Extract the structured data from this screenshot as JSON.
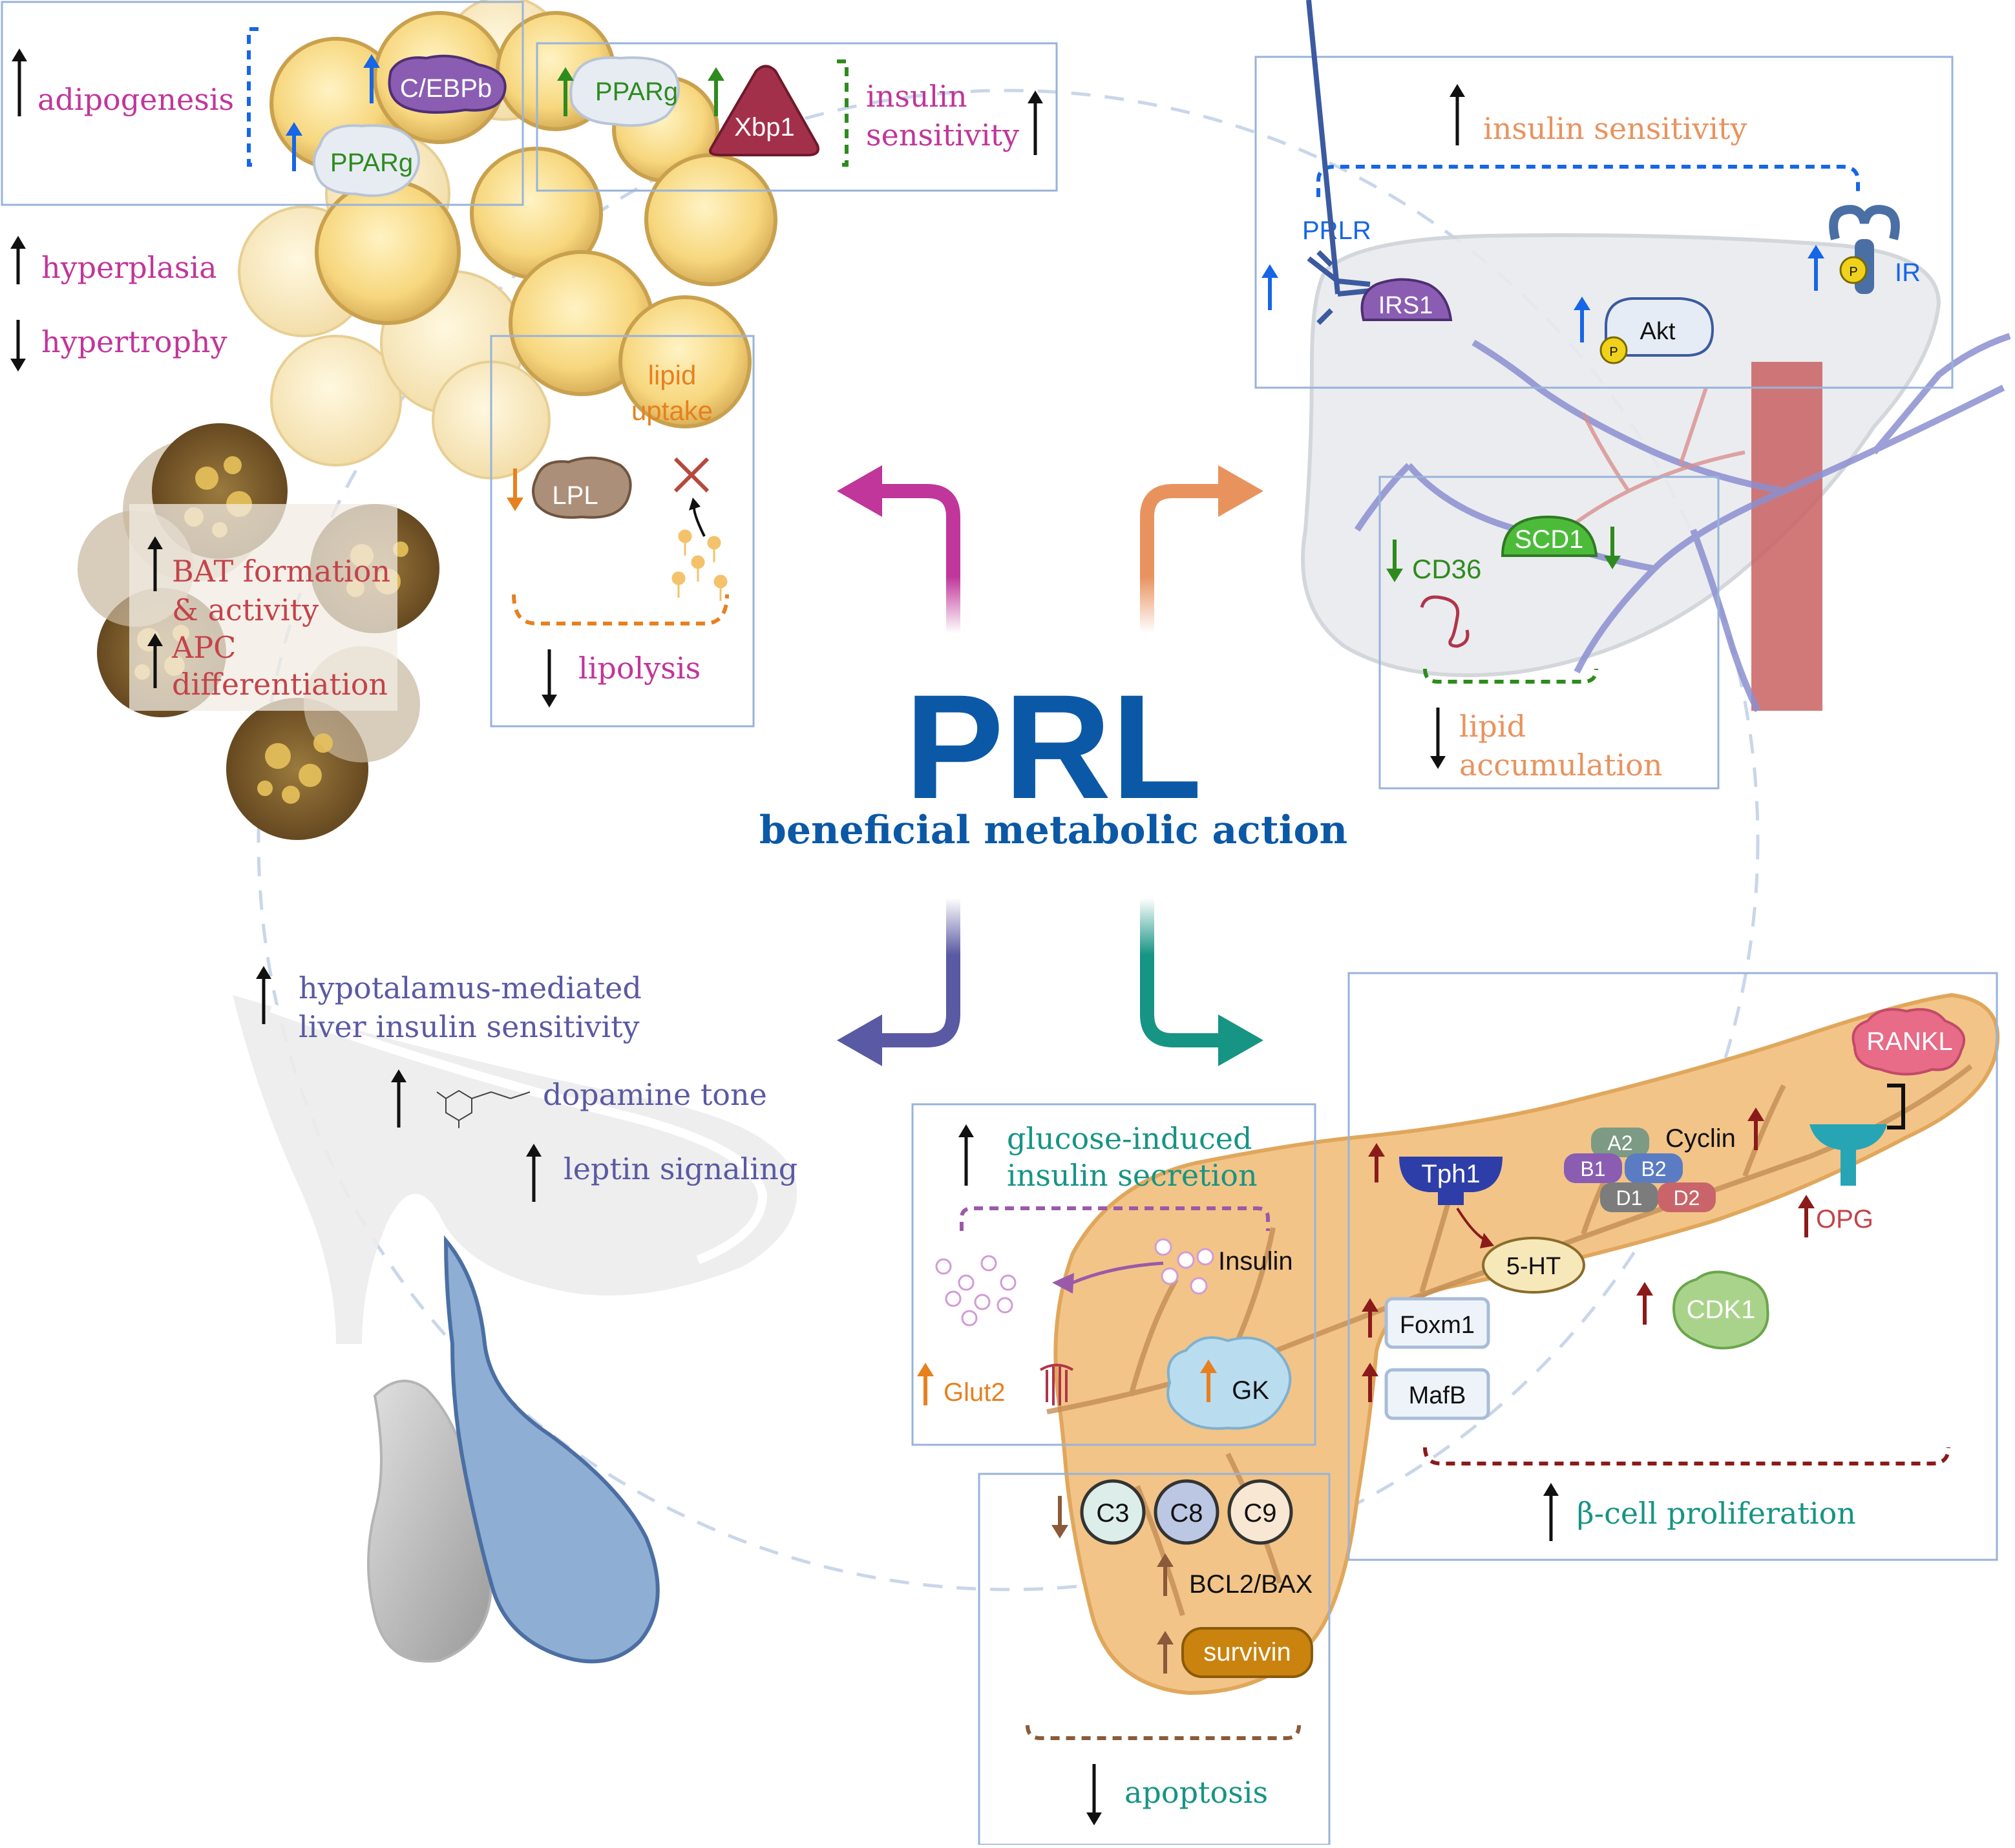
{
  "center": {
    "title": "PRL",
    "subtitle": "beneficial metabolic action"
  },
  "adipose": {
    "adipogenesis": "adipogenesis",
    "cebpb": "C/EBPb",
    "pparg_a": "PPARg",
    "pparg_b": "PPARg",
    "xbp1": "Xbp1",
    "insulin_sensitivity": [
      "insulin",
      "sensitivity"
    ],
    "hyperplasia": "hyperplasia",
    "hypertrophy": "hypertrophy",
    "lipid_uptake": [
      "lipid",
      "uptake"
    ],
    "lpl": "LPL",
    "lipolysis": "lipolysis",
    "bat": [
      "BAT formation",
      "& activity"
    ],
    "apc": [
      "APC",
      "differentiation"
    ]
  },
  "liver": {
    "insulin_sensitivity": "insulin sensitivity",
    "prlr": "PRLR",
    "irs1": "IRS1",
    "akt": "Akt",
    "ir": "IR",
    "p_a": "P",
    "p_b": "P",
    "cd36": "CD36",
    "scd1": "SCD1",
    "lipid_accumulation": [
      "lipid",
      "accumulation"
    ]
  },
  "brain": {
    "hypothalamus": [
      "hypotalamus-mediated",
      "liver insulin sensitivity"
    ],
    "dopamine": "dopamine tone",
    "leptin": "leptin signaling"
  },
  "pancreas": {
    "glucose_insulin": [
      "glucose-induced",
      "insulin secretion"
    ],
    "insulin": "Insulin",
    "glut2": "Glut2",
    "gk": "GK",
    "c3": "C3",
    "c8": "C8",
    "c9": "C9",
    "bcl2_bax": "BCL2/BAX",
    "survivin": "survivin",
    "apoptosis": "apoptosis",
    "tph1": "Tph1",
    "serotonin": "5-HT",
    "foxm1": "Foxm1",
    "mafb": "MafB",
    "cyclin": "Cyclin",
    "a2": "A2",
    "b1": "B1",
    "b2": "B2",
    "d1": "D1",
    "d2": "D2",
    "opg": "OPG",
    "rankl": "RANKL",
    "cdk1": "CDK1",
    "beta_cell": "β-cell proliferation"
  },
  "colors": {
    "prl_blue": "#0b58a6",
    "adipose_magenta": "#c0369a",
    "liver_orange": "#e8935e",
    "brain_purple": "#5a59a3",
    "pancreas_teal": "#169484",
    "up_blue": "#1666e6",
    "up_green": "#2e8b1e",
    "up_darkred": "#8b1a1a",
    "down_orange": "#e7801f"
  }
}
